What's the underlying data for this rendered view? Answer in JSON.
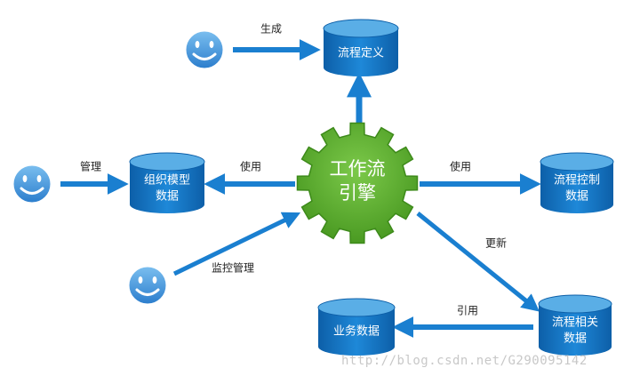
{
  "engine": {
    "label_line1": "工作流",
    "label_line2": "引擎"
  },
  "nodes": {
    "process_definition": "流程定义",
    "org_model_line1": "组织模型",
    "org_model_line2": "数据",
    "process_control_line1": "流程控制",
    "process_control_line2": "数据",
    "process_related_line1": "流程相关",
    "process_related_line2": "数据",
    "business_data": "业务数据"
  },
  "edges": {
    "generate": "生成",
    "manage": "管理",
    "use_left": "使用",
    "use_right": "使用",
    "monitor_manage": "监控管理",
    "update": "更新",
    "reference": "引用"
  },
  "watermark": "http://blog.csdn.net/G290095142",
  "colors": {
    "cylinder": "#1878c8",
    "cylinder_top": "#5aaee6",
    "arrow": "#1a7fd0",
    "gear": "#5aae2e",
    "face": "#3f92dc"
  }
}
